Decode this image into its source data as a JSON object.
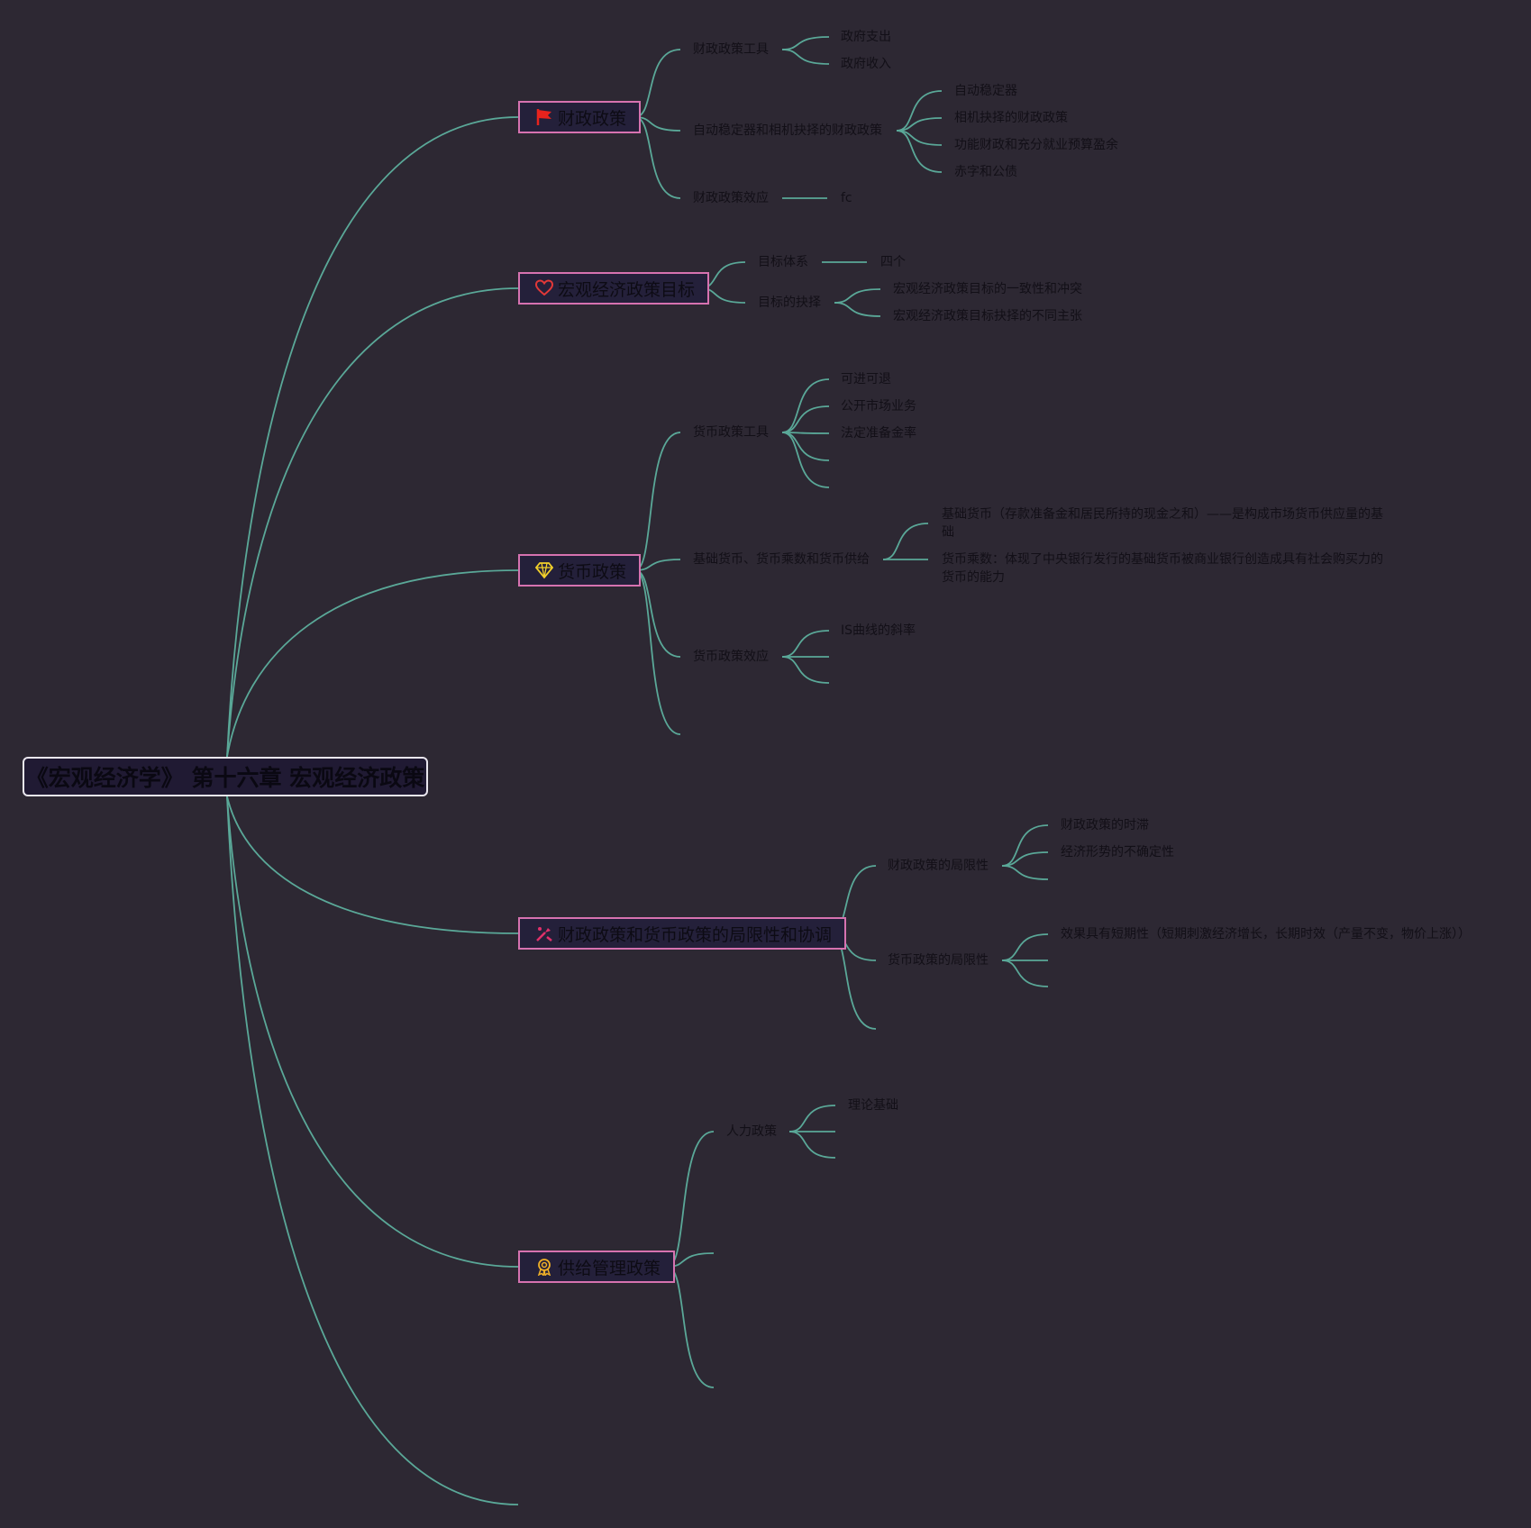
{
  "root": {
    "title": "《宏观经济学》 第十六章 宏观经济政策"
  },
  "branches": [
    {
      "label": "财政政策",
      "icon": "red-flag-icon",
      "icon_color": "#e8231d",
      "children": [
        {
          "label": "财政政策工具",
          "children": [
            "政府支出",
            "政府收入"
          ]
        },
        {
          "label": "自动稳定器和相机抉择的财政政策",
          "children": [
            "自动稳定器",
            "相机抉择的财政政策",
            "功能财政和充分就业预算盈余",
            "赤字和公债"
          ]
        },
        {
          "label": "财政政策效应",
          "children": [
            "fc"
          ]
        }
      ]
    },
    {
      "label": "宏观经济政策目标",
      "icon": "heart-icon",
      "icon_color": "#e23838",
      "children": [
        {
          "label": "目标体系",
          "children": [
            "四个"
          ]
        },
        {
          "label": "目标的抉择",
          "children": [
            "宏观经济政策目标的一致性和冲突",
            "宏观经济政策目标抉择的不同主张"
          ]
        }
      ]
    },
    {
      "label": "货币政策",
      "icon": "diamond-icon",
      "icon_color": "#f2d02a",
      "children": [
        {
          "label": "货币政策工具",
          "children": [
            "可进可退",
            "公开市场业务",
            "法定准备金率",
            "",
            ""
          ]
        },
        {
          "label": "基础货币、货币乘数和货币供给",
          "children": [
            "基础货币（存款准备金和居民所持的现金之和）——是构成市场货币供应量的基础",
            "货币乘数：体现了中央银行发行的基础货币被商业银行创造成具有社会购买力的货币的能力"
          ]
        },
        {
          "label": "货币政策效应",
          "children": [
            "IS曲线的斜率",
            "",
            ""
          ]
        },
        {
          "label": "",
          "children": []
        }
      ]
    },
    {
      "label": "财政政策和货币政策的局限性和协调",
      "icon": "tools-icon",
      "icon_color": "#e0306a",
      "children": [
        {
          "label": "财政政策的局限性",
          "children": [
            "财政政策的时滞",
            "经济形势的不确定性",
            ""
          ]
        },
        {
          "label": "货币政策的局限性",
          "children": [
            "效果具有短期性（短期刺激经济增长，长期时效（产量不变，物价上涨））",
            "",
            ""
          ]
        },
        {
          "label": "",
          "children": []
        }
      ]
    },
    {
      "label": "供给管理政策",
      "icon": "award-ribbon-icon",
      "icon_color": "#f0b028",
      "children": [
        {
          "label": "人力政策",
          "children": [
            "理论基础",
            "",
            ""
          ]
        },
        {
          "label": "",
          "children": []
        },
        {
          "label": "",
          "children": []
        }
      ]
    },
    {
      "label": "",
      "icon": "",
      "children": []
    }
  ]
}
